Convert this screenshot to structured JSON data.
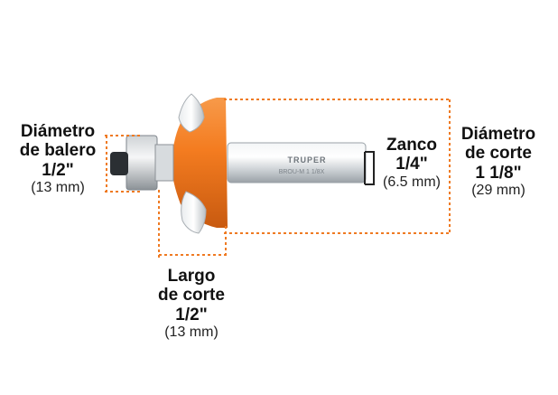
{
  "colors": {
    "accent": "#f47c20",
    "dimension_line": "#ef7a22",
    "bracket": "#222222",
    "shank": "#d9dde0"
  },
  "product": {
    "brand": "TRUPER",
    "model": "BROU-M 1 1/8X"
  },
  "bearing_diameter": {
    "line1": "Diámetro",
    "line2": "de balero",
    "fraction": "1/2\"",
    "metric": "(13 mm)"
  },
  "shank": {
    "line1": "Zanco",
    "fraction": "1/4\"",
    "metric": "(6.5 mm)"
  },
  "cutting_diameter": {
    "line1": "Diámetro",
    "line2": "de corte",
    "fraction": "1 1/8\"",
    "metric": "(29 mm)"
  },
  "cutting_length": {
    "line1": "Largo",
    "line2": "de corte",
    "fraction": "1/2\"",
    "metric": "(13 mm)"
  }
}
